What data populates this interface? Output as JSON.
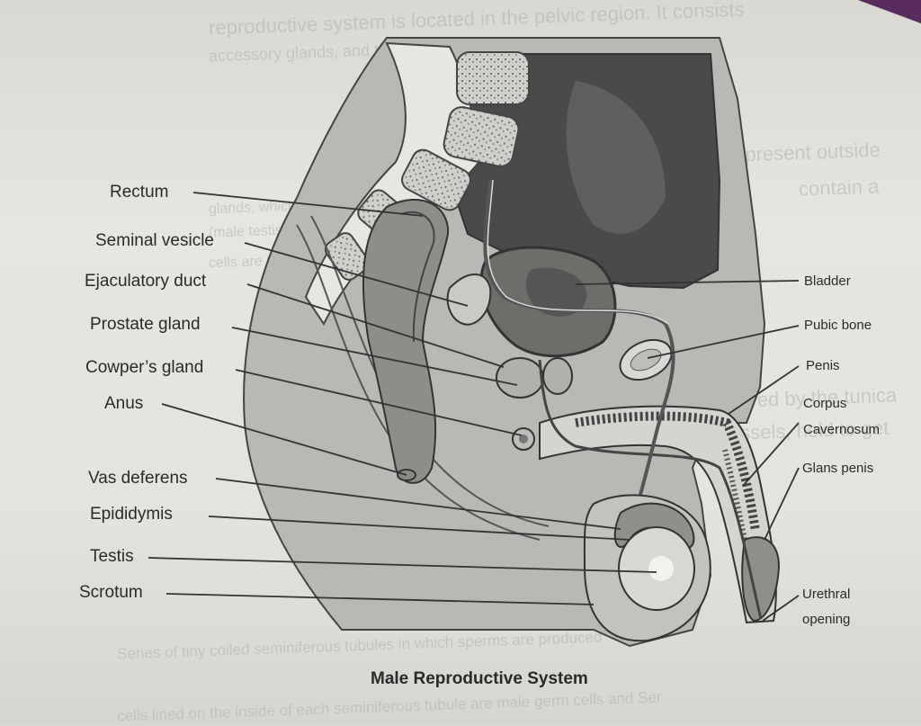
{
  "caption": "Male Reproductive System",
  "labels_left": [
    {
      "key": "rectum",
      "text": "Rectum"
    },
    {
      "key": "seminal_vesicle",
      "text": "Seminal vesicle"
    },
    {
      "key": "ejaculatory_duct",
      "text": "Ejaculatory duct"
    },
    {
      "key": "prostate_gland",
      "text": "Prostate gland"
    },
    {
      "key": "cowpers_gland",
      "text": "Cowper’s gland"
    },
    {
      "key": "anus",
      "text": "Anus"
    },
    {
      "key": "vas_deferens",
      "text": "Vas deferens"
    },
    {
      "key": "epididymis",
      "text": "Epididymis"
    },
    {
      "key": "testis",
      "text": "Testis"
    },
    {
      "key": "scrotum",
      "text": "Scrotum"
    }
  ],
  "labels_right": [
    {
      "key": "bladder",
      "text": "Bladder"
    },
    {
      "key": "pubic_bone",
      "text": "Pubic bone"
    },
    {
      "key": "penis",
      "text": "Penis"
    },
    {
      "key": "corpus",
      "text": "Corpus"
    },
    {
      "key": "cavernosum",
      "text": "Cavernosum"
    },
    {
      "key": "glans_penis",
      "text": "Glans penis"
    },
    {
      "key": "urethral",
      "text": "Urethral"
    },
    {
      "key": "opening",
      "text": "opening"
    }
  ],
  "background_text": [
    "reproductive system is located in the pelvic region. It consists",
    "accessory glands, and the external genitalia",
    "which is present outside",
    "glands, which are",
    "contain a",
    "(male testis) produce",
    "cells are produced",
    "covered by the tunica",
    "vessels, held to get",
    "Series of tiny coiled seminiferous tubules in which sperms are produced",
    "cells lined on the inside of each seminiferous tubule are male germ cells and Ser"
  ]
}
